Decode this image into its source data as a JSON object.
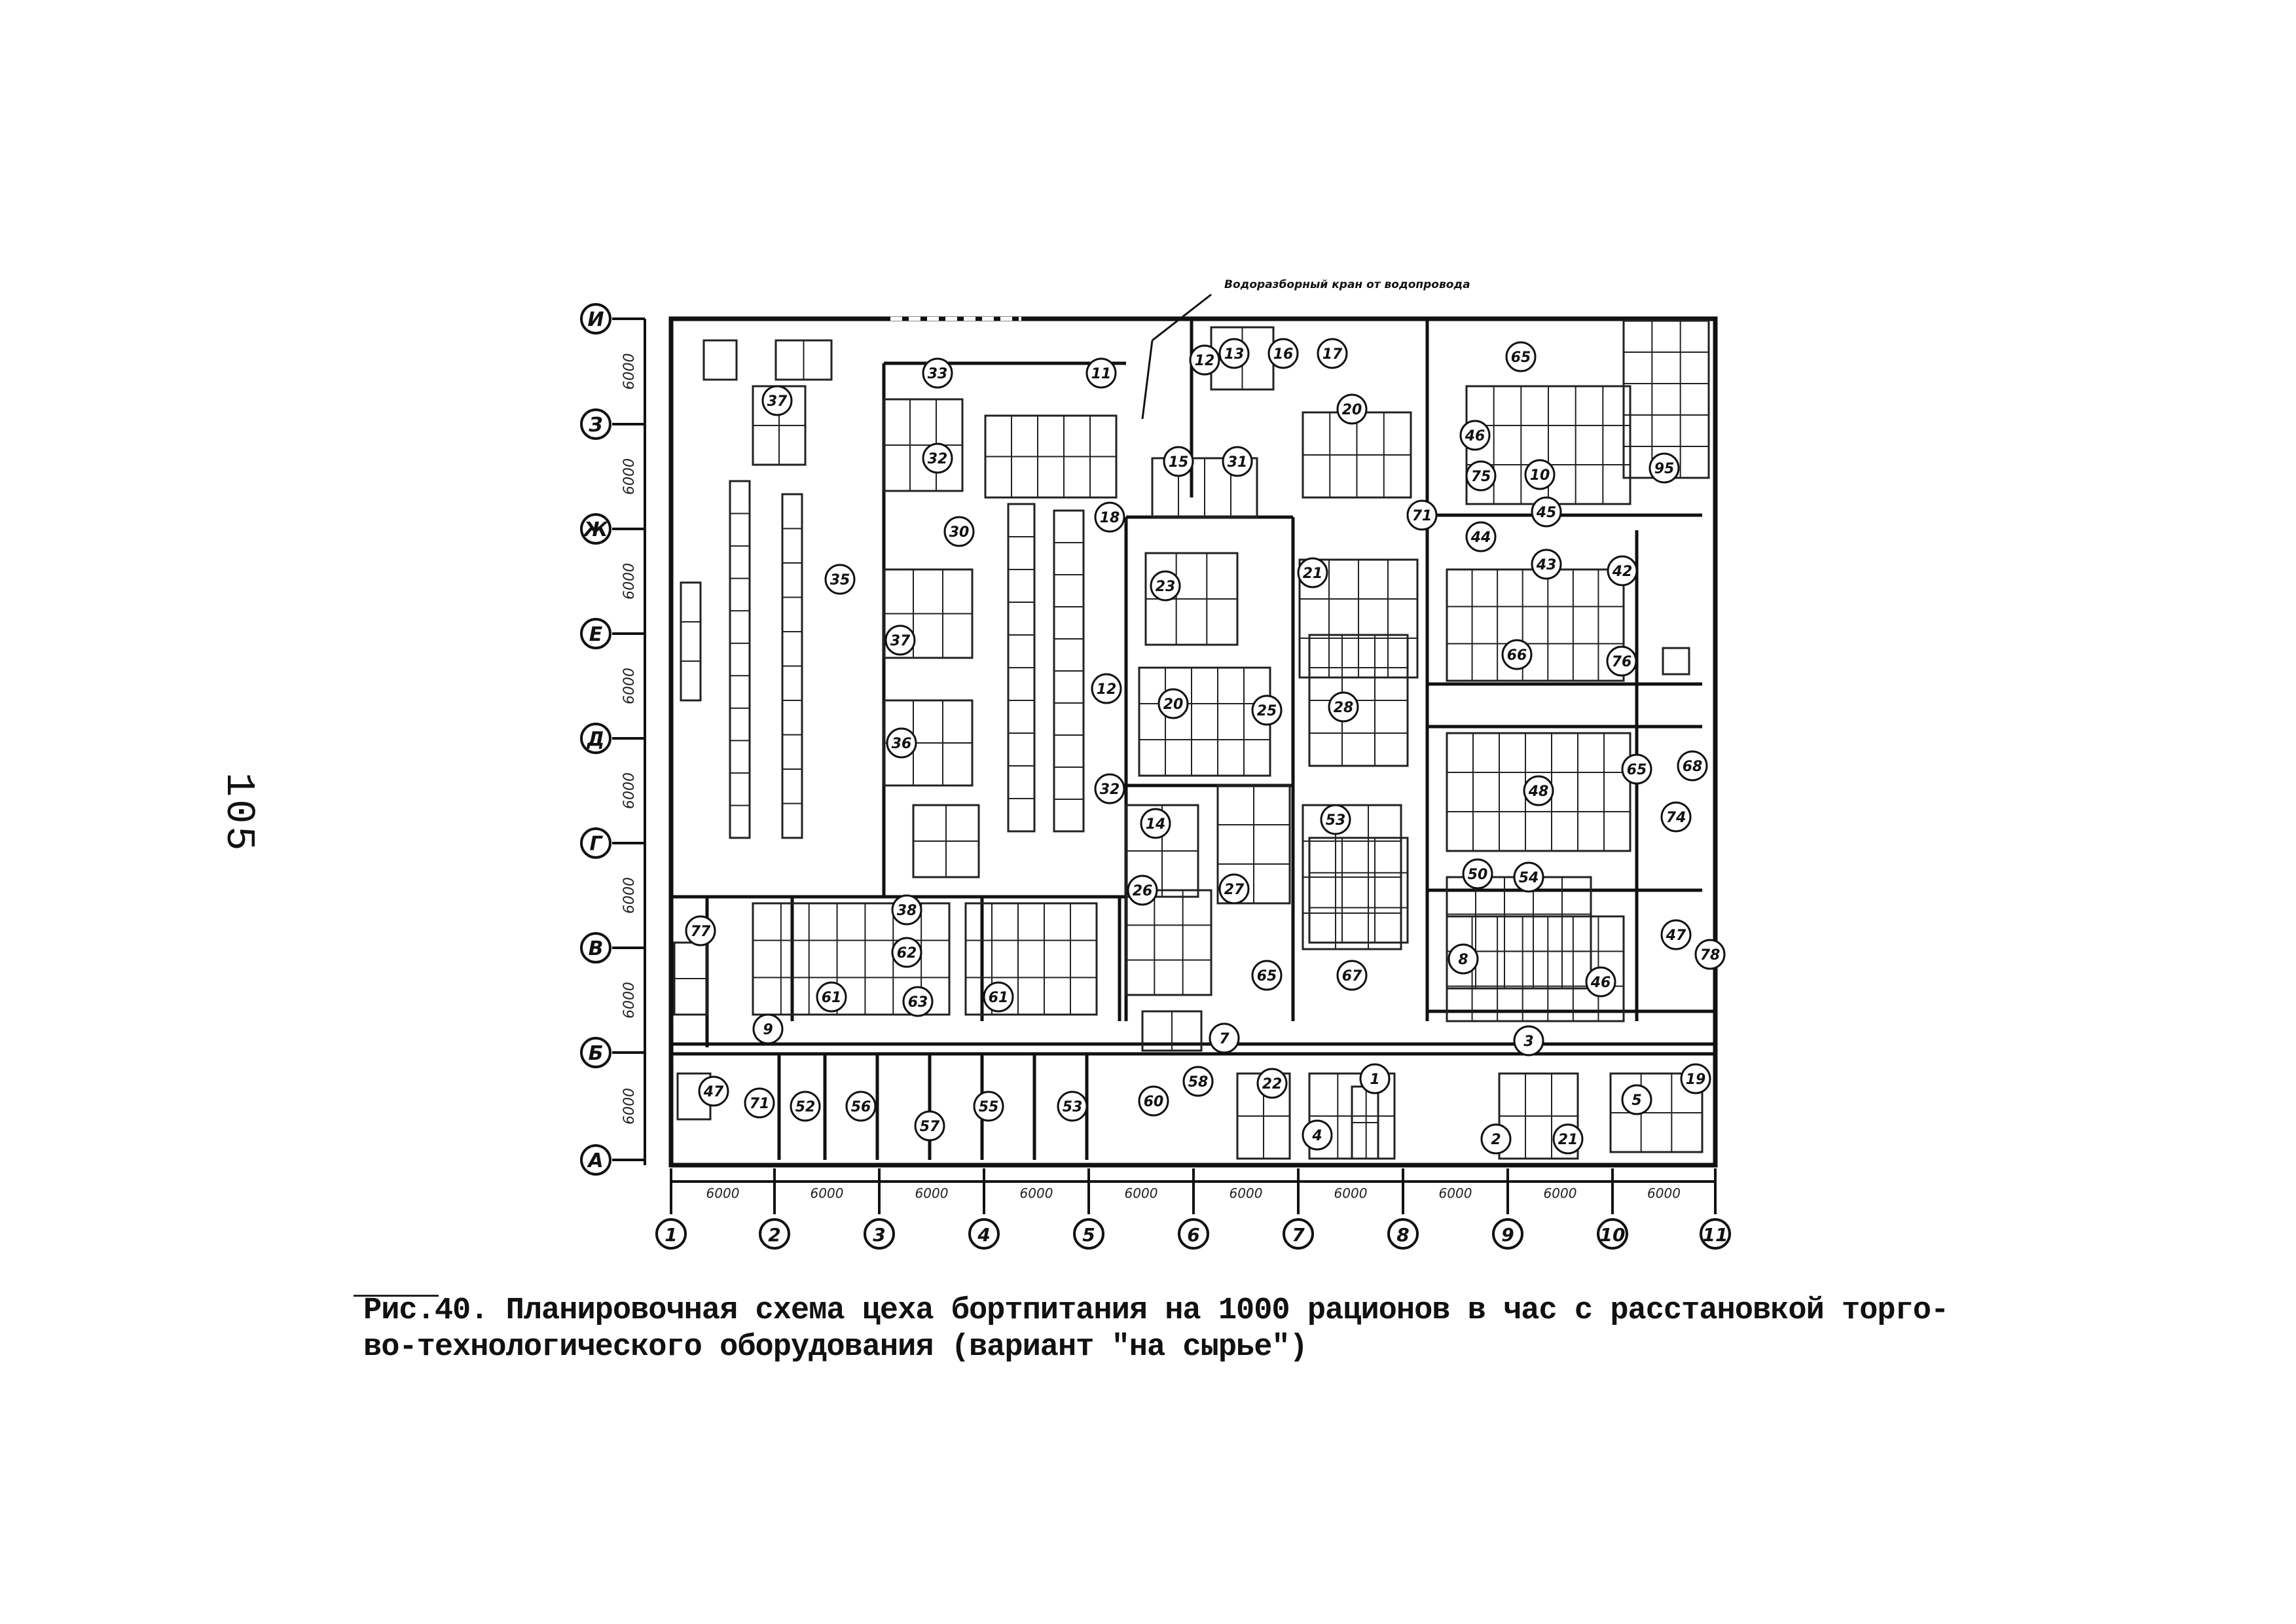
{
  "page_number": "105",
  "caption": {
    "line1": "Рис.40. Планировочная схема цеха бортпитания на 1000 рационов в час с расстановкой торго-",
    "line2": "во-технологического оборудования (вариант \"на сырье\")"
  },
  "annotation": {
    "top_callout": "Водоразборный кран от водопровода"
  },
  "plan": {
    "row_axes": [
      "И",
      "З",
      "Ж",
      "Е",
      "Д",
      "Г",
      "В",
      "Б",
      "А"
    ],
    "column_axes": [
      "1",
      "2",
      "3",
      "4",
      "5",
      "6",
      "7",
      "8",
      "9",
      "10",
      "11"
    ],
    "row_spacing_labels": [
      "6000",
      "6000",
      "6000",
      "6000",
      "6000",
      "6000",
      "6000",
      "6000"
    ],
    "column_spacing_labels": [
      "6000",
      "6000",
      "6000",
      "6000",
      "6000",
      "6000",
      "6000",
      "6000",
      "6000",
      "6000"
    ],
    "room_numbers": [
      "33",
      "11",
      "13",
      "12",
      "16",
      "17",
      "65",
      "37",
      "32",
      "15",
      "31",
      "20",
      "18",
      "46",
      "10",
      "45",
      "75",
      "95",
      "30",
      "35",
      "71",
      "44",
      "43",
      "42",
      "37",
      "12",
      "23",
      "21",
      "66",
      "76",
      "20",
      "25",
      "28",
      "36",
      "32",
      "14",
      "48",
      "65",
      "68",
      "74",
      "53",
      "50",
      "54",
      "26",
      "27",
      "38",
      "77",
      "61",
      "62",
      "63",
      "61",
      "65",
      "67",
      "8",
      "47",
      "78",
      "46",
      "7",
      "9",
      "47",
      "71",
      "52",
      "56",
      "57",
      "55",
      "53",
      "60",
      "58",
      "22",
      "1",
      "3",
      "2",
      "4",
      "21",
      "5",
      "19"
    ]
  }
}
